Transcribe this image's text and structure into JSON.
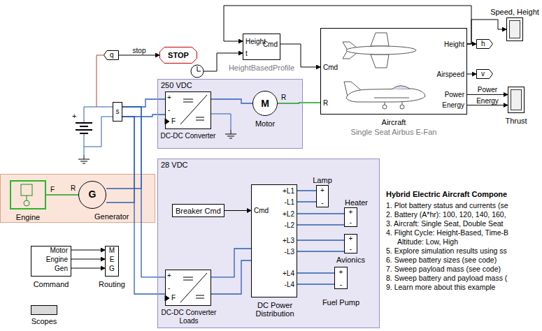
{
  "diagram": {
    "nodes": [
      {
        "text": [
          "q"
        ]
      },
      {
        "text": [
          "STOP"
        ]
      },
      {
        "text": [
          "Height",
          "t",
          "Cmd",
          "HeightBasedProfile"
        ]
      },
      {
        "text": [
          "Cmd",
          "R",
          "Height",
          "Airspeed",
          "Power",
          "Energy",
          "Aircraft",
          "Single Seat Airbus E-Fan"
        ]
      },
      {
        "text": [
          "Speed, Height"
        ]
      },
      {
        "text": [
          "h"
        ]
      },
      {
        "text": [
          "v"
        ]
      },
      {
        "text": [
          "Thrust"
        ]
      },
      {
        "text": [
          "s"
        ]
      },
      {
        "text": [
          "250 VDC"
        ]
      },
      {
        "text": [
          "DC-DC Converter"
        ],
        "in": 9
      },
      {
        "text": [
          "M",
          "R",
          "Motor"
        ],
        "in": 9
      },
      {
        "text": [
          "F",
          "Engine"
        ]
      },
      {
        "text": [
          "G",
          "R",
          "Generator"
        ]
      },
      {
        "text": [
          "28 VDC"
        ]
      },
      {
        "text": [
          "Breaker Cmd"
        ],
        "in": 14
      },
      {
        "text": [
          "Cmd",
          "+L1",
          "-L1",
          "+L2",
          "-L2",
          "+L3",
          "-L3",
          "+L4",
          "-L4",
          "DC Power Distribution"
        ],
        "in": 14
      },
      {
        "text": [
          "Lamp",
          "+",
          "-"
        ],
        "in": 14
      },
      {
        "text": [
          "Heater",
          "+",
          "-"
        ],
        "in": 14
      },
      {
        "text": [
          "Avionics",
          "+",
          "-"
        ],
        "in": 14
      },
      {
        "text": [
          "Fuel Pump",
          "+",
          "-"
        ],
        "in": 14
      },
      {
        "text": [
          "DC-DC Converter Loads"
        ],
        "in": 14
      },
      {
        "text": [
          "Motor",
          "Engine",
          "Gen",
          "Command"
        ]
      },
      {
        "text": [
          "M",
          "E",
          "G",
          "Routing"
        ]
      },
      {
        "text": [
          "Scopes"
        ]
      }
    ],
    "edges": [
      {
        "from": 2,
        "to": 3,
        "arrow": "to"
      },
      {
        "from": 3,
        "to": 5,
        "arrow": "to"
      },
      {
        "from": 3,
        "to": 6,
        "arrow": "to"
      },
      {
        "from": 3,
        "to": 7,
        "arrow": "to",
        "label": "Power"
      },
      {
        "from": 3,
        "to": 7,
        "arrow": "to",
        "label": "Energy"
      },
      {
        "from": 3,
        "to": 2,
        "arrow": "to"
      },
      {
        "from": 3,
        "to": 4,
        "arrow": "to"
      },
      {
        "from": 11,
        "to": 3,
        "arrow": "none"
      },
      {
        "from": 8,
        "to": 10,
        "arrow": "none"
      },
      {
        "from": 8,
        "to": 21,
        "arrow": "none"
      },
      {
        "from": 13,
        "to": 8,
        "arrow": "none"
      },
      {
        "from": 12,
        "to": 13,
        "arrow": "none"
      },
      {
        "from": 10,
        "to": 11,
        "arrow": "none"
      },
      {
        "from": 21,
        "to": 16,
        "arrow": "none"
      },
      {
        "from": 15,
        "to": 16,
        "arrow": "to"
      },
      {
        "from": 16,
        "to": 17,
        "arrow": "none"
      },
      {
        "from": 16,
        "to": 18,
        "arrow": "none"
      },
      {
        "from": 16,
        "to": 19,
        "arrow": "none"
      },
      {
        "from": 16,
        "to": 20,
        "arrow": "none"
      },
      {
        "from": 22,
        "to": 23,
        "arrow": "to"
      },
      {
        "from": 22,
        "to": 23,
        "arrow": "to"
      },
      {
        "from": 22,
        "to": 23,
        "arrow": "to"
      },
      {
        "from": 0,
        "to": 1,
        "arrow": "to",
        "label": "stop"
      }
    ],
    "labels": [
      "+",
      "+",
      "-",
      "F",
      "+",
      "-",
      "F",
      "Hybrid Electric Aircraft Compone",
      "1. Plot battery status and currents (se",
      "2. Battery (A*hr): 100, 120, 140, 160,",
      "3. Aircraft: Single Seat, Double Seat",
      "4. Flight Cycle: Height-Based, Time-B",
      "Altitude: Low, High",
      "5. Explore simulation results using ss",
      "6. Sweep battery sizes (see code)",
      "7. Sweep payload mass (see code)",
      "8. Sweep battery and payload mass (",
      "9. Learn more about this example"
    ]
  }
}
